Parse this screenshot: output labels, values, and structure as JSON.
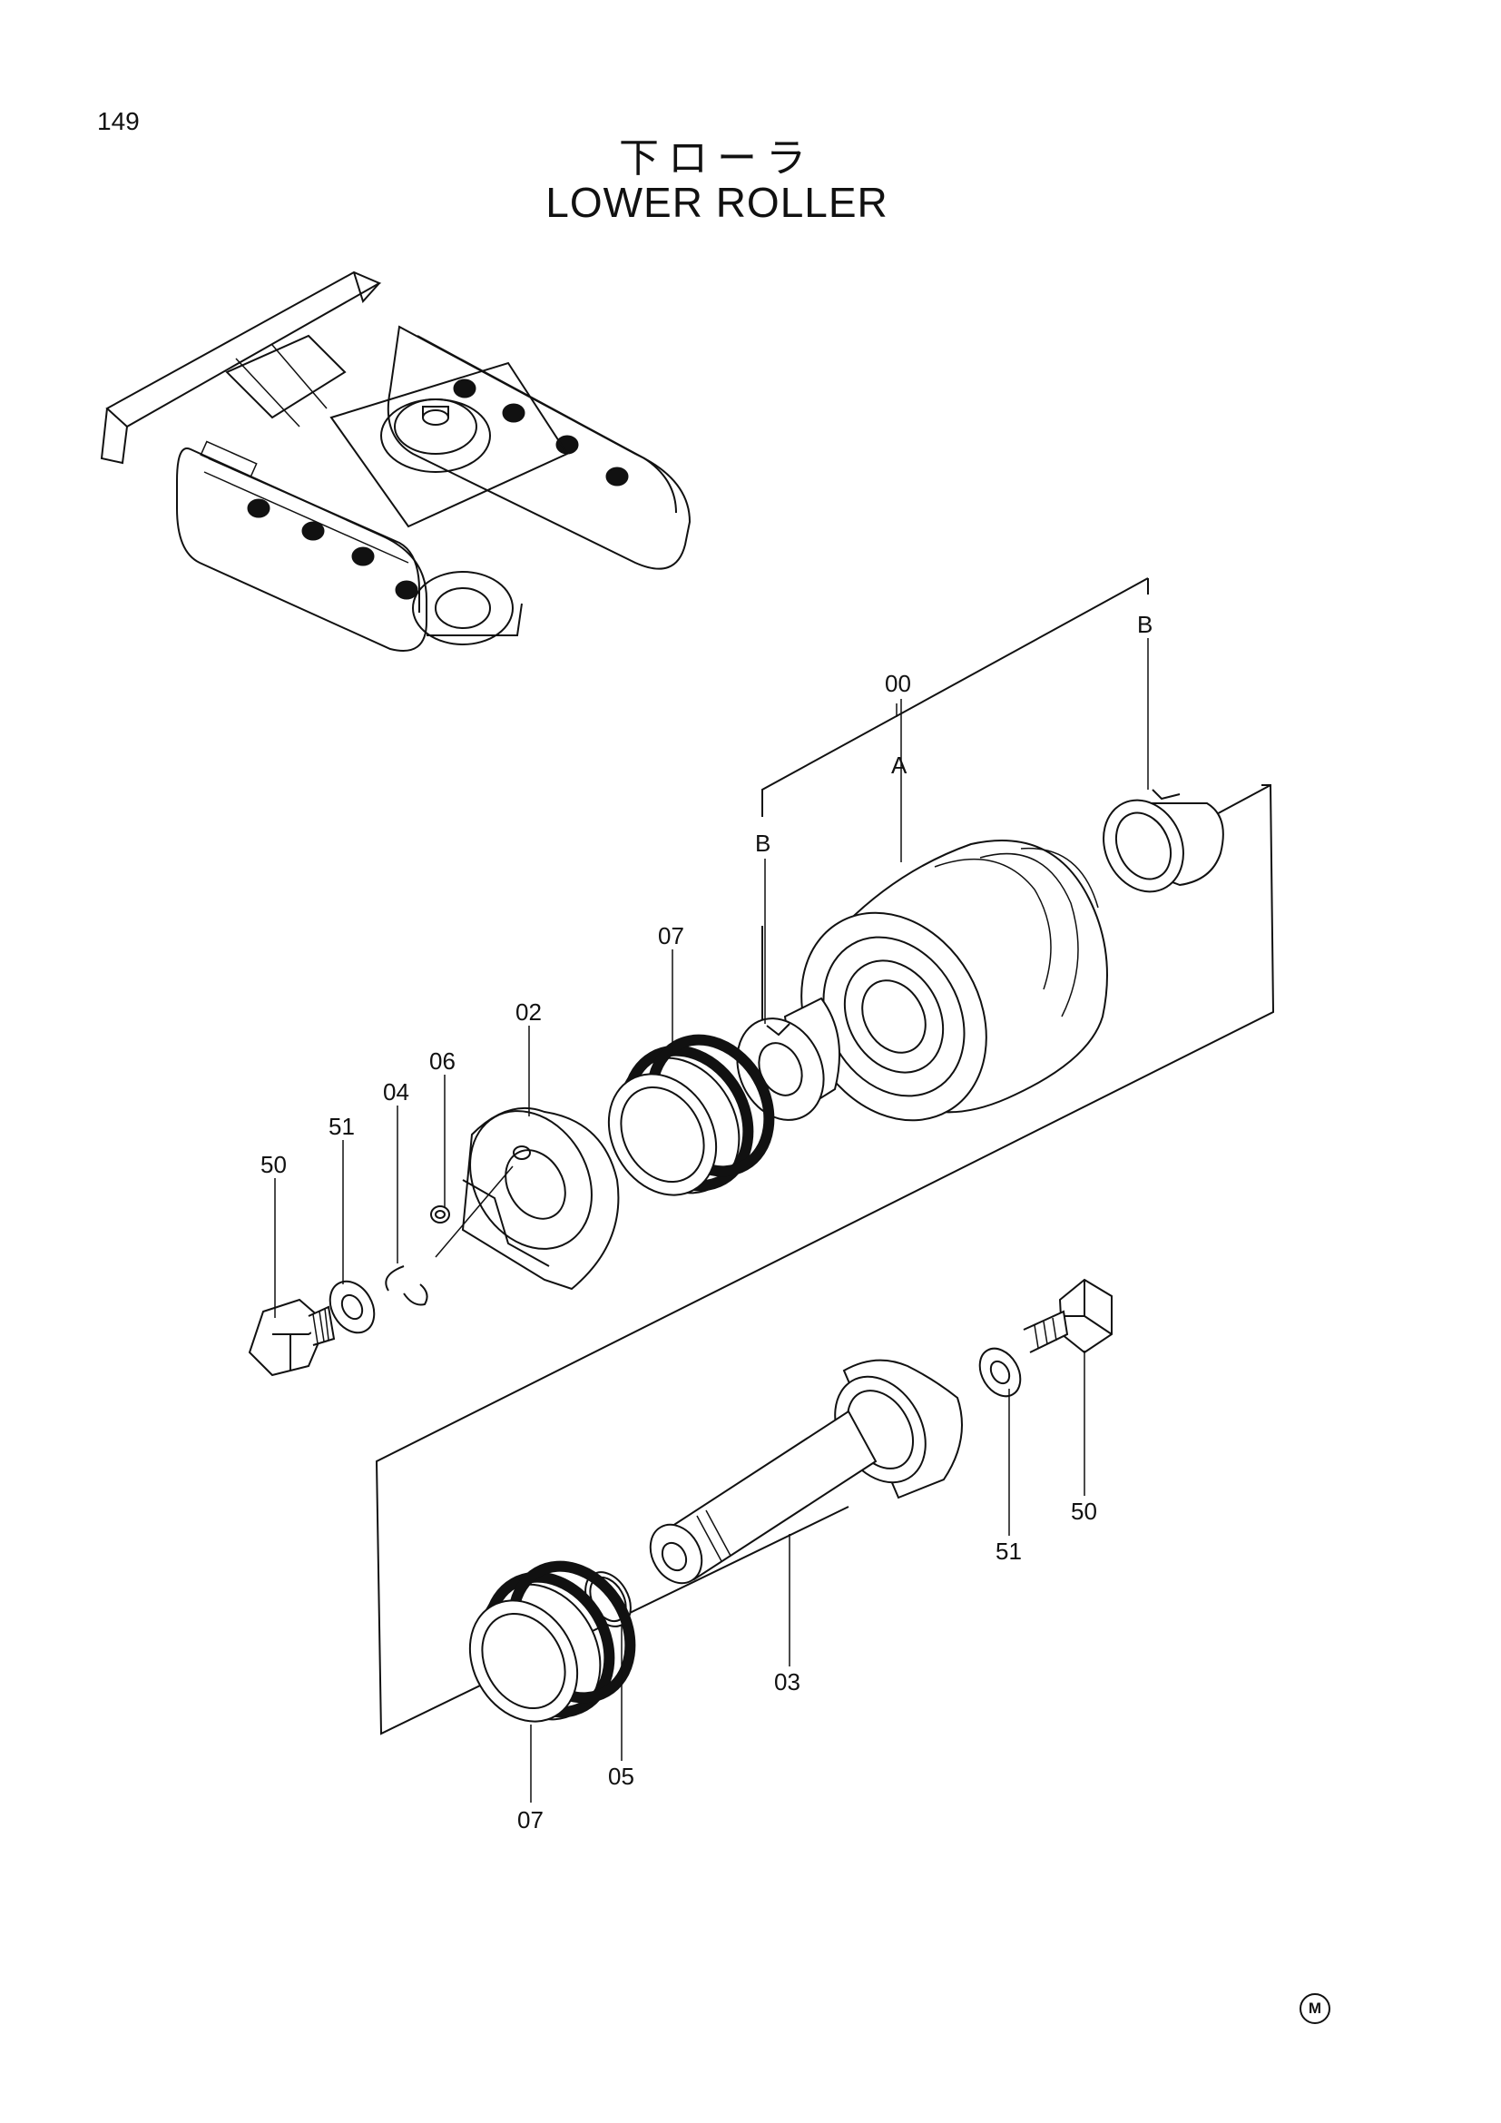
{
  "page_number": "149",
  "title_jp": "下ローラ",
  "title_en": "LOWER ROLLER",
  "mark": "M",
  "labels": {
    "p00": "00",
    "pA": "A",
    "pB_right": "B",
    "pB_left": "B",
    "p07_top": "07",
    "p02": "02",
    "p06": "06",
    "p04": "04",
    "p51_left": "51",
    "p50_left": "50",
    "p50_right": "50",
    "p51_right": "51",
    "p03": "03",
    "p05": "05",
    "p07_bottom": "07"
  },
  "icons": [
    "excavator-undercarriage-illustration",
    "roller-body",
    "bushing",
    "seal",
    "collar",
    "snap-ring",
    "plug",
    "bolt",
    "washer",
    "shaft",
    "o-ring"
  ]
}
